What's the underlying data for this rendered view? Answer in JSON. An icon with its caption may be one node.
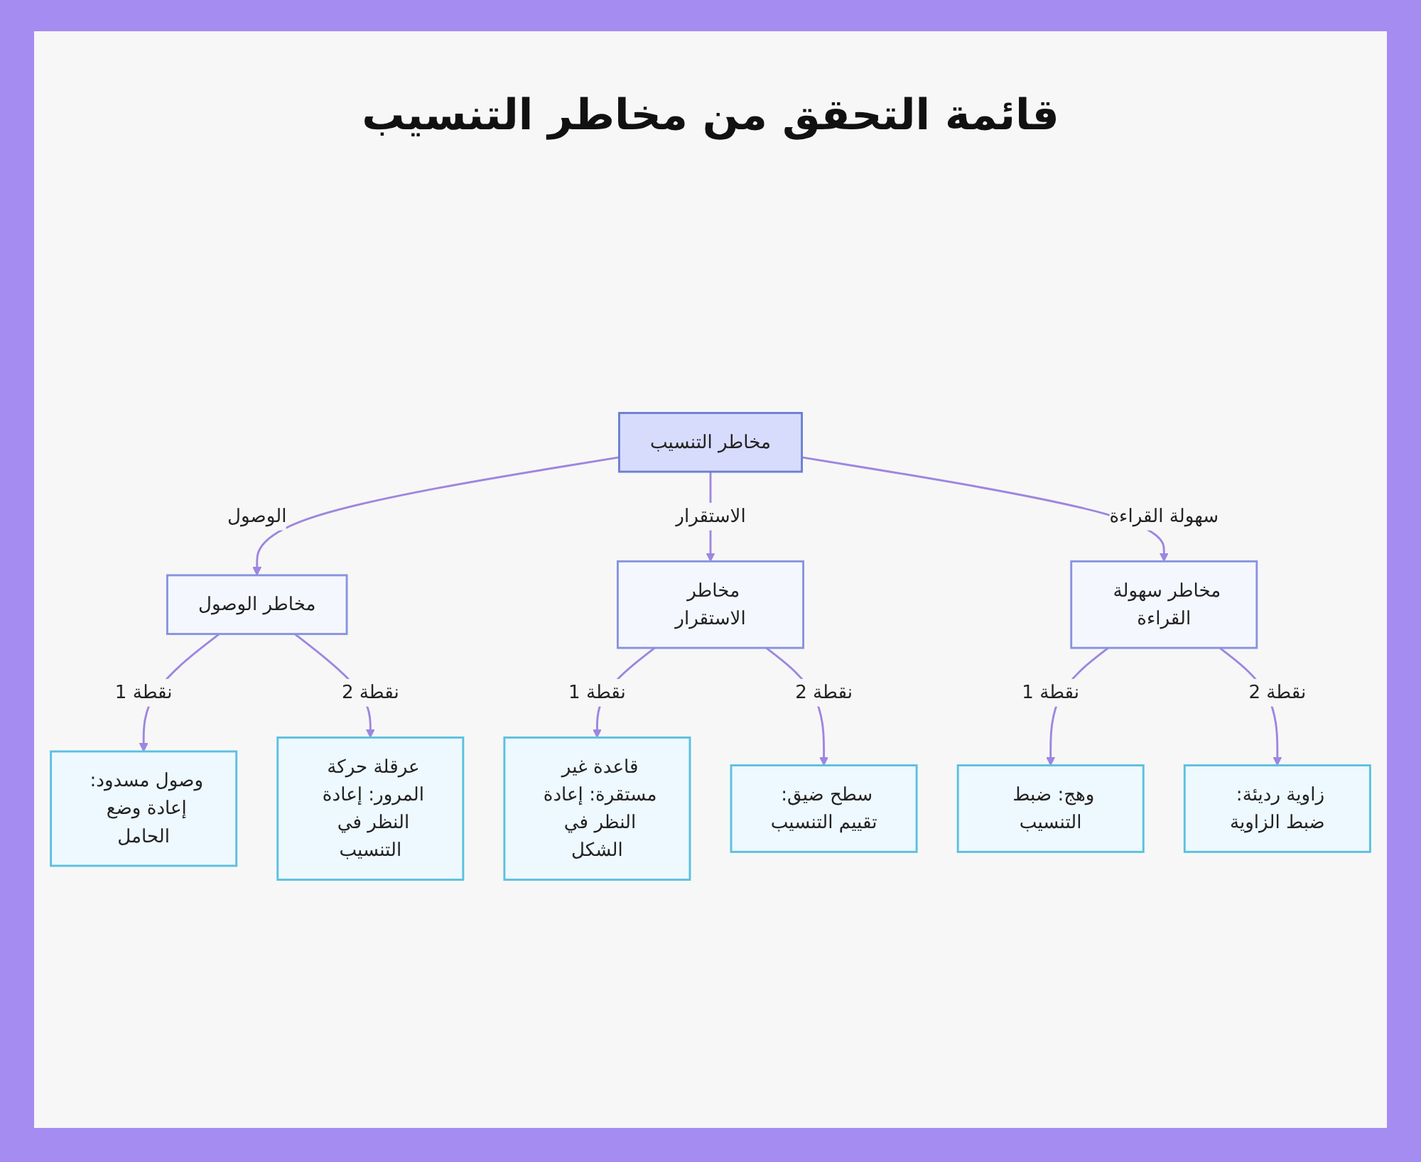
{
  "diagram": {
    "title": "قائمة التحقق من مخاطر التنسيب",
    "nodes": [
      {
        "text": [
          "مخاطر التنسيب"
        ]
      },
      {
        "text": [
          "مخاطر الوصول"
        ]
      },
      {
        "text": [
          "مخاطر الاستقرار"
        ]
      },
      {
        "text": [
          "مخاطر سهولة القراءة"
        ]
      },
      {
        "text": [
          "وصول مسدود: إعادة وضع الحامل"
        ]
      },
      {
        "text": [
          "عرقلة حركة المرور: إعادة النظر في التنسيب"
        ]
      },
      {
        "text": [
          "قاعدة غير مستقرة: إعادة النظر في الشكل"
        ]
      },
      {
        "text": [
          "سطح ضيق: تقييم التنسيب"
        ]
      },
      {
        "text": [
          "وهج: ضبط التنسيب"
        ]
      },
      {
        "text": [
          "زاوية رديئة: ضبط الزاوية"
        ]
      }
    ],
    "edges": [
      {
        "from": 0,
        "to": 1,
        "arrow": "to",
        "label": "الوصول"
      },
      {
        "from": 0,
        "to": 2,
        "arrow": "to",
        "label": "الاستقرار"
      },
      {
        "from": 0,
        "to": 3,
        "arrow": "to",
        "label": "سهولة القراءة"
      },
      {
        "from": 1,
        "to": 4,
        "arrow": "to",
        "label": "نقطة 1"
      },
      {
        "from": 1,
        "to": 5,
        "arrow": "to",
        "label": "نقطة 2"
      },
      {
        "from": 2,
        "to": 6,
        "arrow": "to",
        "label": "نقطة 1"
      },
      {
        "from": 2,
        "to": 7,
        "arrow": "to",
        "label": "نقطة 2"
      },
      {
        "from": 3,
        "to": 8,
        "arrow": "to",
        "label": "نقطة 1"
      },
      {
        "from": 3,
        "to": 9,
        "arrow": "to",
        "label": "نقطة 2"
      }
    ]
  }
}
